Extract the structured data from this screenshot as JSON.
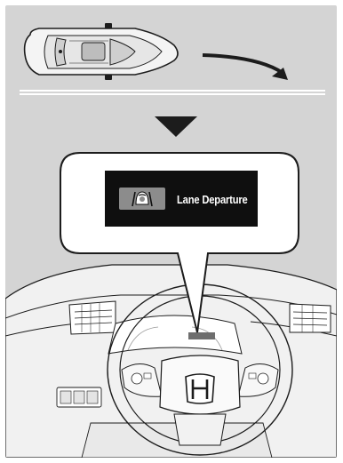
{
  "display": {
    "message": "Lane Departure",
    "icon": "lane-departure-warning-icon"
  },
  "scene": {
    "car_direction": "drifting-right-across-lane-line",
    "indicator": "down-arrow-icon",
    "steering_logo": "honda-logo"
  },
  "colors": {
    "background": "#d4d4d4",
    "ink": "#1c1c1c",
    "callout": "#ffffff",
    "display": "#0f0f0f",
    "icon_box": "#8c8c8c"
  }
}
